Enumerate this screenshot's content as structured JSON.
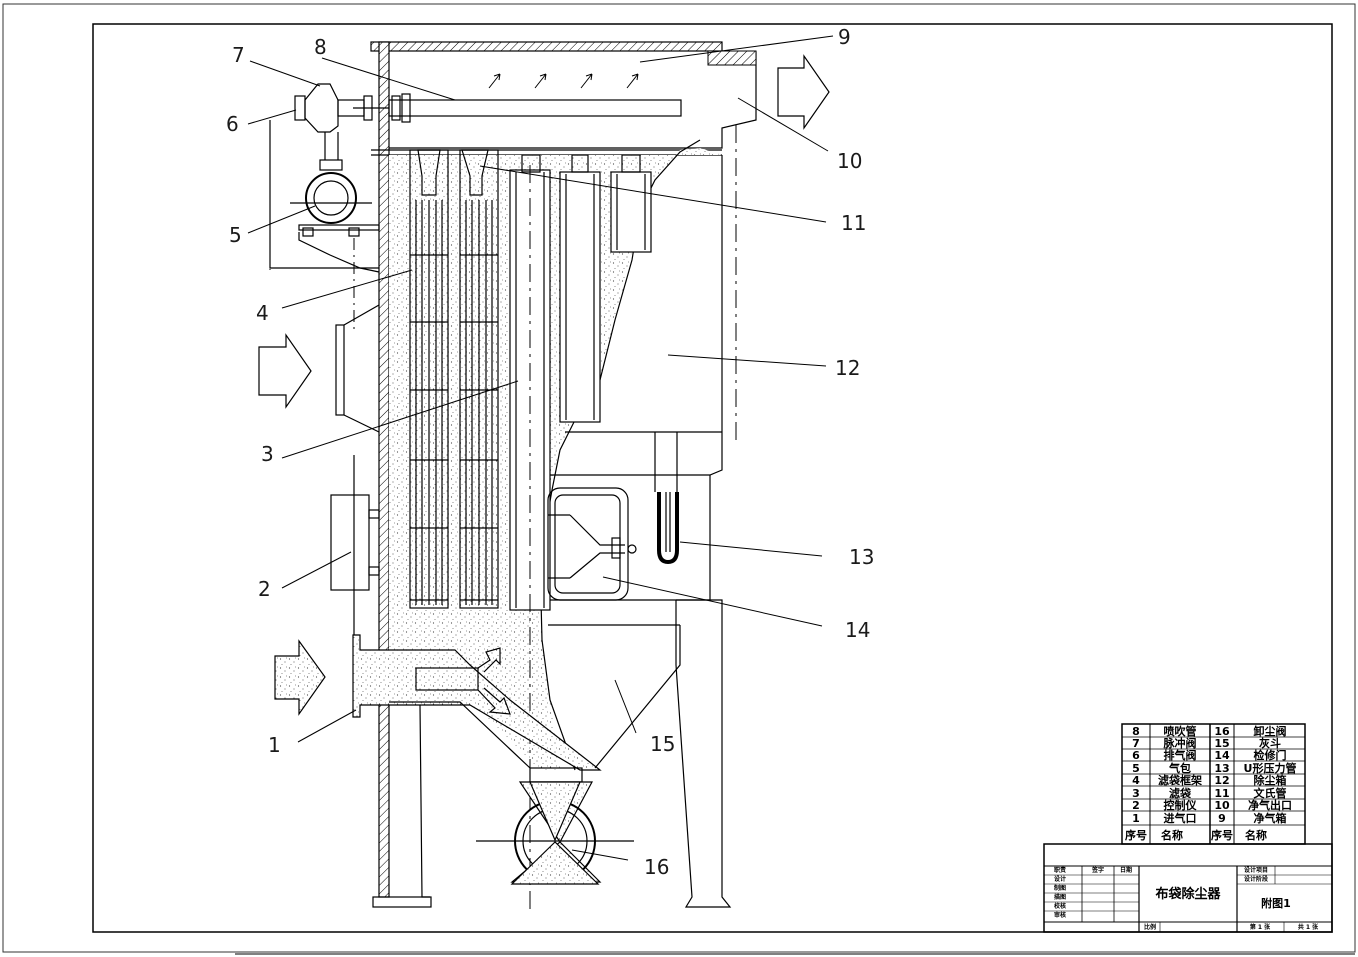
{
  "diagram": {
    "callouts": [
      {
        "num": "1"
      },
      {
        "num": "2"
      },
      {
        "num": "3"
      },
      {
        "num": "4"
      },
      {
        "num": "5"
      },
      {
        "num": "6"
      },
      {
        "num": "7"
      },
      {
        "num": "8"
      },
      {
        "num": "9"
      },
      {
        "num": "10"
      },
      {
        "num": "11"
      },
      {
        "num": "12"
      },
      {
        "num": "13"
      },
      {
        "num": "14"
      },
      {
        "num": "15"
      },
      {
        "num": "16"
      }
    ]
  },
  "parts_table": {
    "rows": [
      {
        "n1": "8",
        "name1": "喷吹管",
        "n2": "16",
        "name2": "卸尘阀"
      },
      {
        "n1": "7",
        "name1": "脉冲阀",
        "n2": "15",
        "name2": "灰斗"
      },
      {
        "n1": "6",
        "name1": "排气阀",
        "n2": "14",
        "name2": "检修门"
      },
      {
        "n1": "5",
        "name1": "气包",
        "n2": "13",
        "name2": "U形压力管"
      },
      {
        "n1": "4",
        "name1": "滤袋框架",
        "n2": "12",
        "name2": "除尘箱"
      },
      {
        "n1": "3",
        "name1": "滤袋",
        "n2": "11",
        "name2": "文氏管"
      },
      {
        "n1": "2",
        "name1": "控制仪",
        "n2": "10",
        "name2": "净气出口"
      },
      {
        "n1": "1",
        "name1": "进气口",
        "n2": "9",
        "name2": "净气箱"
      }
    ],
    "header": {
      "seq": "序号",
      "name": "名称"
    }
  },
  "title_block": {
    "drawing_title": "布袋除尘器",
    "sheet_name": "附图1",
    "col_labels": [
      "职责",
      "签字",
      "日期"
    ],
    "row_labels": [
      "设计",
      "制图",
      "描图",
      "校核",
      "审核"
    ],
    "project_label": "设计项目",
    "stage_label": "设计阶段",
    "scale_label": "比例",
    "sheet_no": "第 1 张",
    "sheet_total": "共 1 张"
  }
}
